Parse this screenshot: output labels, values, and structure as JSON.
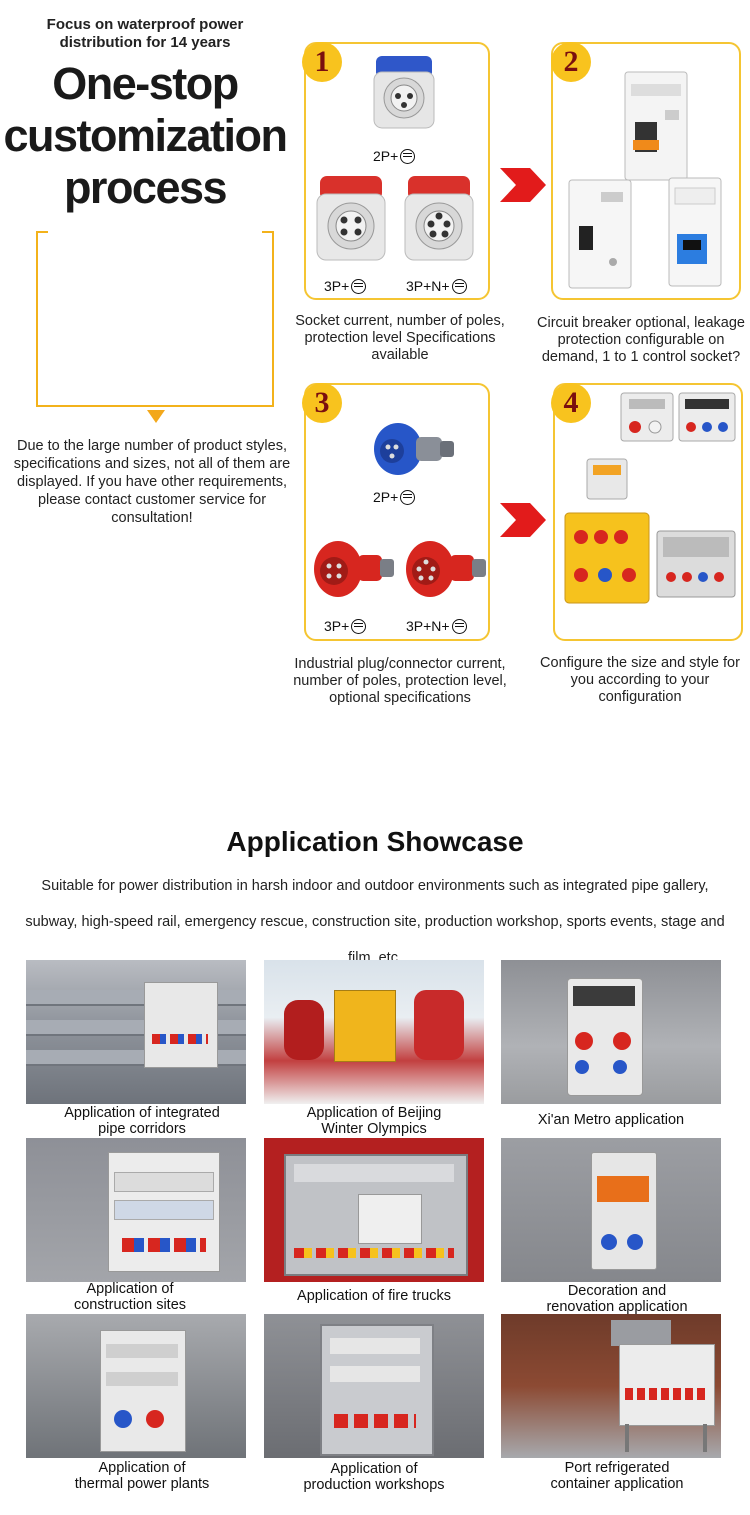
{
  "header": {
    "tagline": "Focus on waterproof power distribution for 14 years",
    "title_line1": "One-stop",
    "title_line2": "customization",
    "title_line3": "process",
    "side_note": "Due to the large number of product styles, specifications and sizes, not all of them are displayed. If you have other requirements, please contact customer service for consultation!"
  },
  "steps": [
    {
      "number": "1",
      "labels": [
        "2P+",
        "3P+",
        "3P+N+"
      ],
      "caption": "Socket current, number of poles, protection level Specifications available"
    },
    {
      "number": "2",
      "caption": "Circuit breaker optional, leakage protection configurable on demand, 1 to 1 control socket?"
    },
    {
      "number": "3",
      "labels": [
        "2P+",
        "3P+",
        "3P+N+"
      ],
      "caption": "Industrial plug/connector current, number of poles, protection level, optional specifications"
    },
    {
      "number": "4",
      "caption": "Configure the size and style for you according to your configuration"
    }
  ],
  "colors": {
    "accent_yellow": "#f8c31e",
    "border_yellow": "#f5c532",
    "arrow_red": "#e21b1b",
    "step_number": "#7a0f0f"
  },
  "showcase": {
    "title": "Application Showcase",
    "description": "Suitable for power distribution in harsh indoor and outdoor environments such as integrated pipe gallery, subway, high-speed rail, emergency rescue, construction site, production workshop, sports events, stage and film, etc.",
    "items": [
      {
        "line1": "Application of integrated",
        "line2": "pipe corridors"
      },
      {
        "line1": "Application of Beijing",
        "line2": "Winter Olympics"
      },
      {
        "line1": "Xi'an Metro application",
        "line2": ""
      },
      {
        "line1": "Application of",
        "line2": "construction sites"
      },
      {
        "line1": "Application of fire trucks",
        "line2": ""
      },
      {
        "line1": "Decoration and",
        "line2": "renovation application"
      },
      {
        "line1": "Application of",
        "line2": "thermal power plants"
      },
      {
        "line1": "Application of",
        "line2": "production workshops"
      },
      {
        "line1": "Port refrigerated",
        "line2": "container application"
      }
    ]
  }
}
